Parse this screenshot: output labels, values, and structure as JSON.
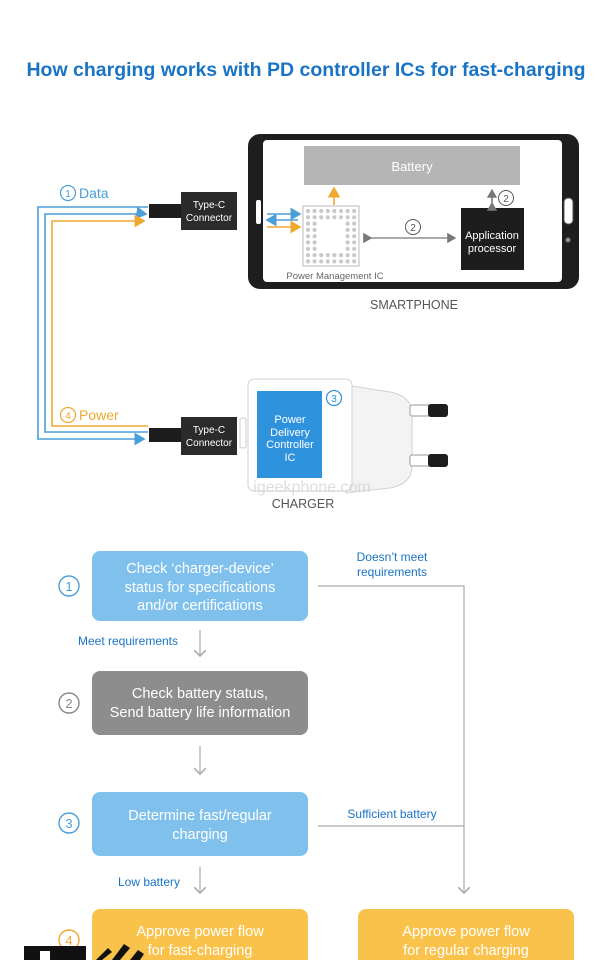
{
  "title": "How charging works with PD controller ICs for fast-charging",
  "diagram": {
    "data_label": "Data",
    "data_num": "1",
    "power_label": "Power",
    "power_num": "4",
    "connector_line1": "Type-C",
    "connector_line2": "Connector",
    "battery_label": "Battery",
    "ap_line1": "Application",
    "ap_line2": "processor",
    "pmic_label": "Power Management IC",
    "link_num_2": "2",
    "smartphone_label": "SMARTPHONE",
    "pdc_line1": "Power",
    "pdc_line2": "Delivery",
    "pdc_line3": "Controller",
    "pdc_line4": "IC",
    "pdc_num": "3",
    "charger_label": "CHARGER",
    "watermark": "igeekphone.com"
  },
  "flow": {
    "step1_num": "1",
    "step1_line1": "Check ‘charger-device’",
    "step1_line2": "status for specifications",
    "step1_line3": "and/or certifications",
    "doesnt_meet_line1": "Doesn’t meet",
    "doesnt_meet_line2": "requirements",
    "meet_requirements": "Meet requirements",
    "step2_num": "2",
    "step2_line1": "Check battery status,",
    "step2_line2": "Send battery life information",
    "step3_num": "3",
    "step3_line1": "Determine fast/regular",
    "step3_line2": "charging",
    "sufficient_battery": "Sufficient battery",
    "low_battery": "Low battery",
    "step4_num": "4",
    "step4a_line1": "Approve power flow",
    "step4a_line2": "for fast-charging",
    "step4b_line1": "Approve power flow",
    "step4b_line2": "for regular charging"
  },
  "colors": {
    "title_blue": "#1a74c5",
    "data_blue": "#4a9fd8",
    "power_orange": "#f0a830",
    "light_blue_box": "#7fc1ec",
    "gray_box": "#8d8d8d",
    "yellow_box": "#f9c24a",
    "battery_gray": "#b5b5b5",
    "ap_dark": "#1d1d1d",
    "pdc_blue": "#2e92dd"
  }
}
